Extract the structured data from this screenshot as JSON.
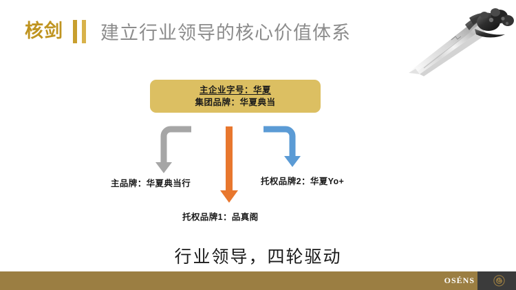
{
  "header": {
    "brand_mark": "核剑",
    "title": "建立行业领导的核心价值体系",
    "brand_color": "#bf9420",
    "title_color": "#8c8c8c",
    "bar_color": "#c89f2e"
  },
  "decoration": {
    "sword_icon": "sword-icon"
  },
  "diagram": {
    "root_box": {
      "background": "#dcbf62",
      "line1": "主企业字号：华夏",
      "line2": "集团品牌：华夏典当"
    },
    "arrows": [
      {
        "name": "gray-elbow-arrow",
        "color": "#a6a6a6",
        "direction": "left-down"
      },
      {
        "name": "orange-straight-arrow",
        "color": "#e8772e",
        "direction": "down"
      },
      {
        "name": "blue-elbow-arrow",
        "color": "#5b9bd5",
        "direction": "right-down"
      }
    ],
    "leaves": [
      {
        "name": "main-brand",
        "label": "主品牌：华夏典当行"
      },
      {
        "name": "sub-brand-1",
        "label": "托权品牌1：品真阁"
      },
      {
        "name": "sub-brand-2",
        "label": "托权品牌2：华夏Yo+"
      }
    ]
  },
  "tagline": "行业领导，四轮驱动",
  "footer": {
    "logo_text": "OSÉNS",
    "bar_color": "#9b7e42",
    "dark_color": "#3b3b3b",
    "spiral_icon": "spiral-logo-icon"
  }
}
